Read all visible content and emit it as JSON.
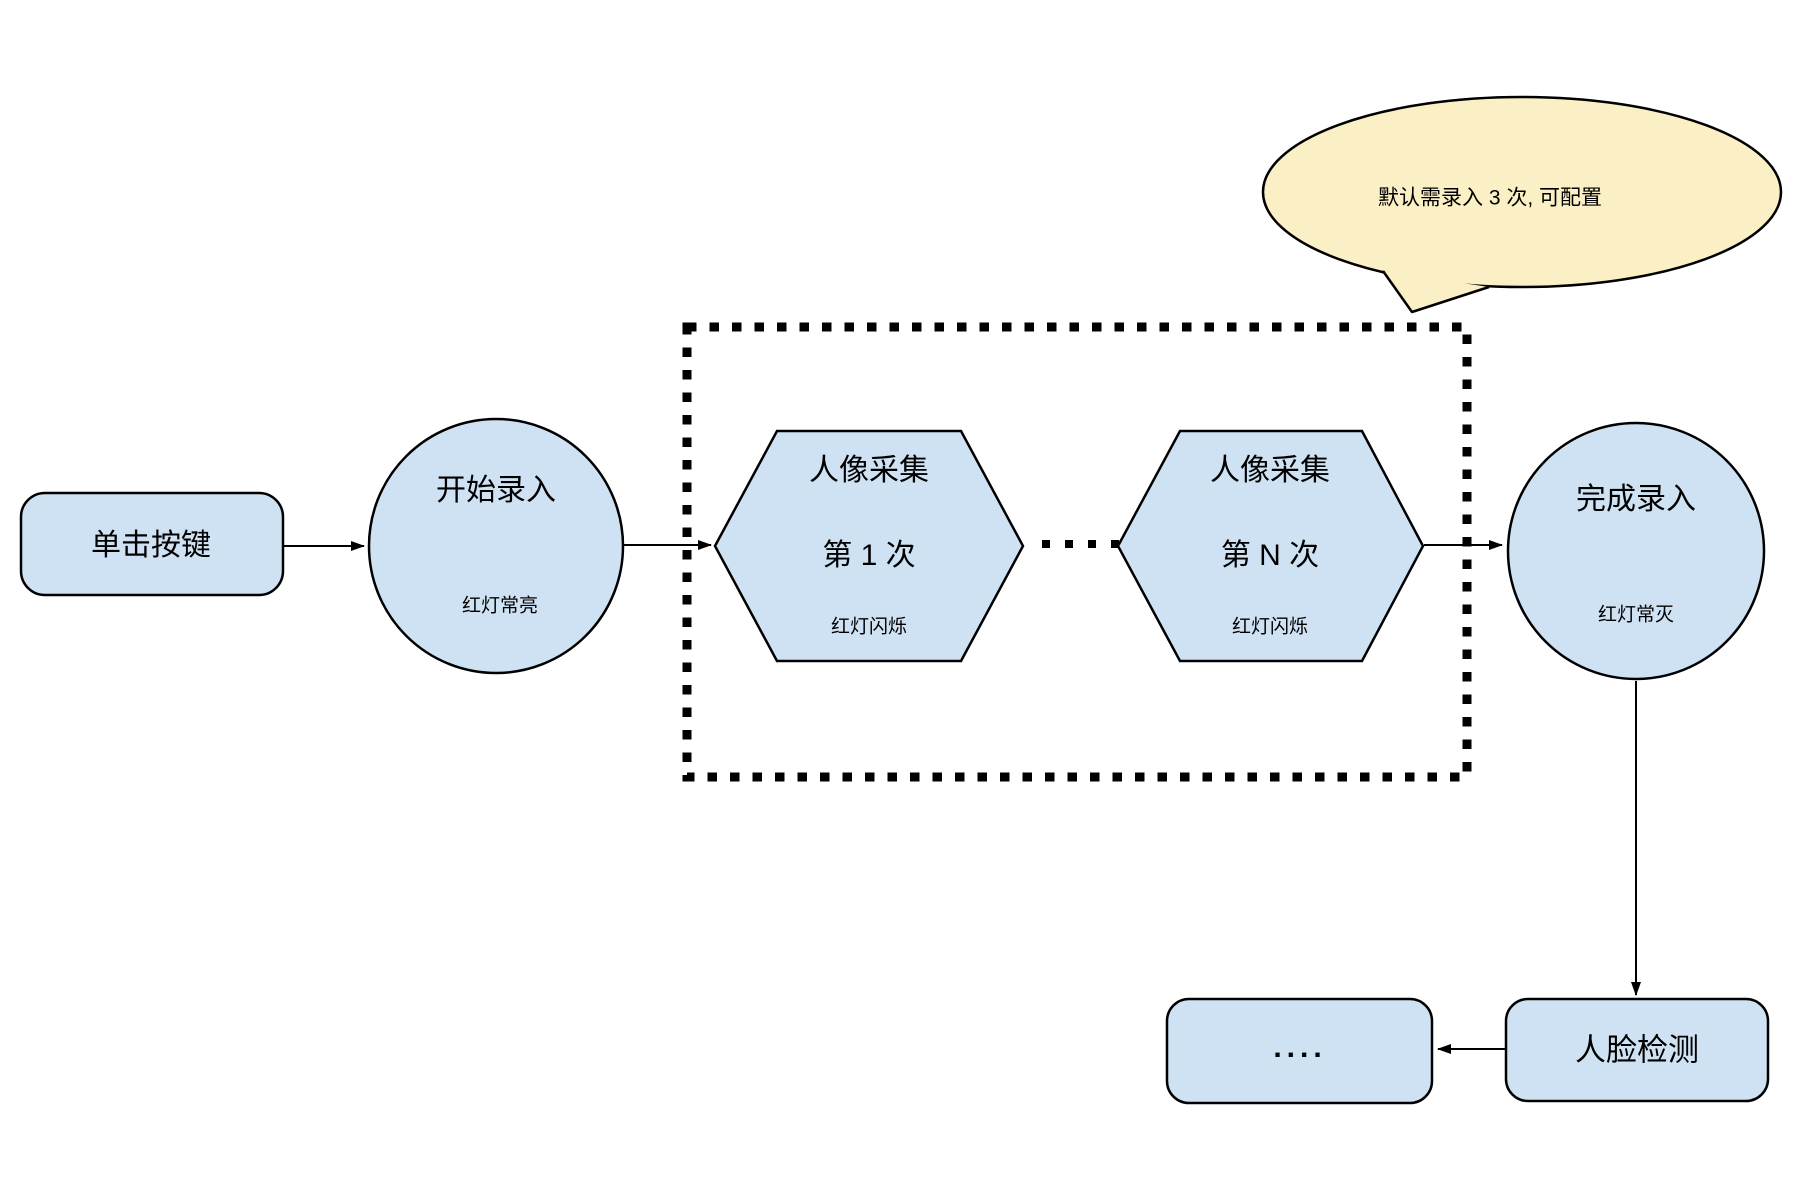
{
  "colors": {
    "node_fill": "#cfe2f3",
    "node_stroke": "#000000",
    "callout_fill": "#faefc5",
    "background": "#ffffff"
  },
  "callout": {
    "text": "默认需录入 3 次, 可配置"
  },
  "nodes": {
    "click": {
      "label": "单击按键"
    },
    "start": {
      "title": "开始录入",
      "subtitle": "红灯常亮"
    },
    "capture_first": {
      "title": "人像采集",
      "count": "第 1 次",
      "subtitle": "红灯闪烁"
    },
    "capture_nth": {
      "title": "人像采集",
      "count": "第 N 次",
      "subtitle": "红灯闪烁"
    },
    "done": {
      "title": "完成录入",
      "subtitle": "红灯常灭"
    },
    "face_detect": {
      "label": "人脸检测"
    },
    "more": {
      "label": "...."
    }
  }
}
